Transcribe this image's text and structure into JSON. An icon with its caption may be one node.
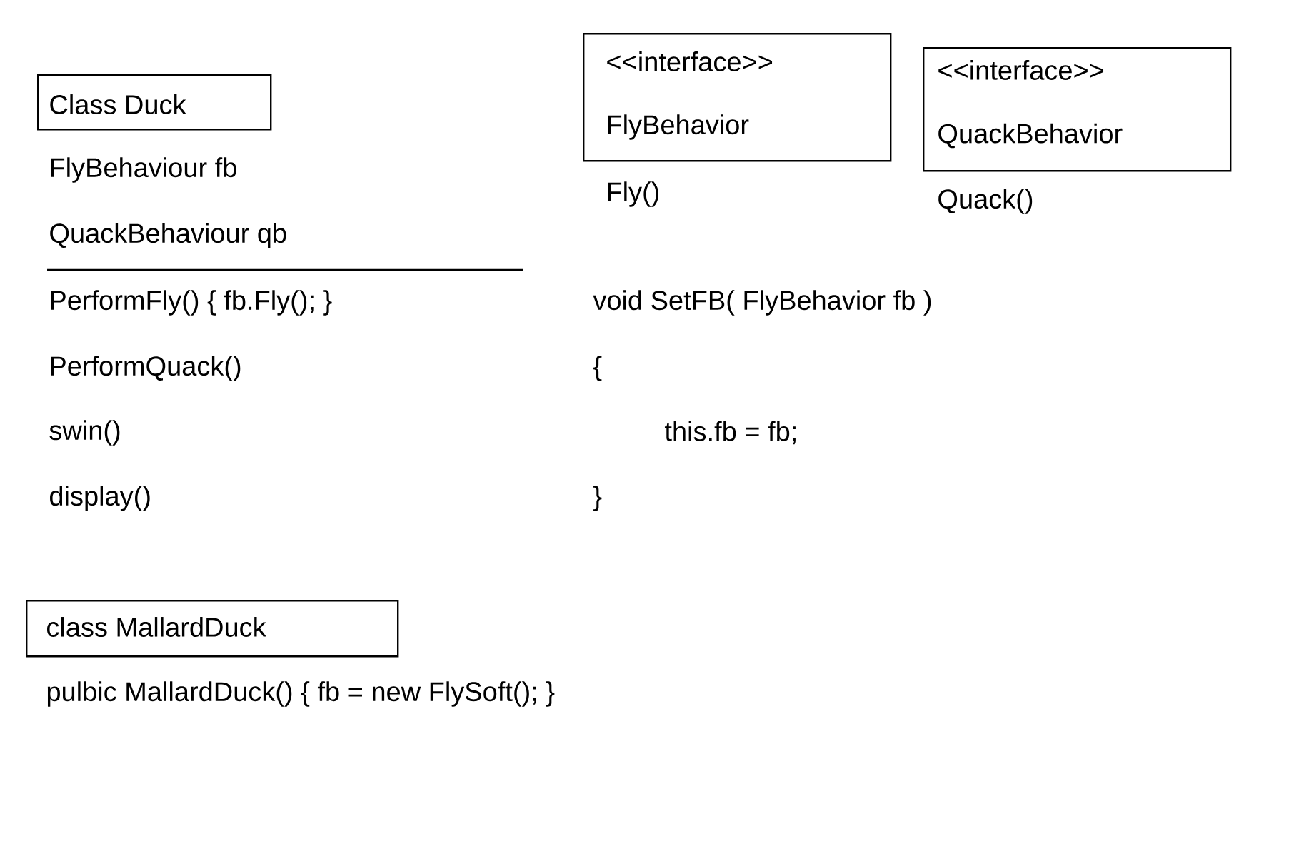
{
  "diagram": {
    "nodes": [
      {
        "text": [
          "Class Duck"
        ]
      },
      {
        "text": [
          "<<interface>>",
          "FlyBehavior"
        ]
      },
      {
        "text": [
          "<<interface>>",
          "QuackBehavior"
        ]
      },
      {
        "text": [
          "class MallardDuck"
        ]
      }
    ],
    "labels": [
      "FlyBehaviour fb",
      "Fly()",
      "Quack()",
      "QuackBehaviour qb",
      "PerformFly() { fb.Fly(); }",
      "void SetFB( FlyBehavior fb )",
      "PerformQuack()",
      "{",
      "swin()",
      "this.fb = fb;",
      "display()",
      "}",
      "pulbic MallardDuck() { fb = new FlySoft(); }"
    ]
  }
}
